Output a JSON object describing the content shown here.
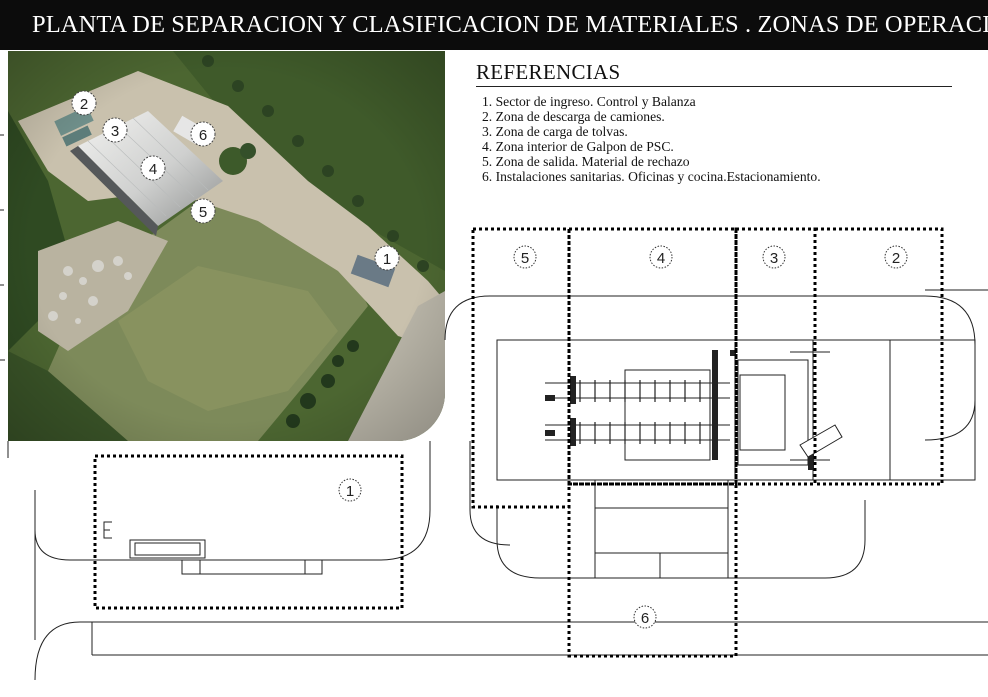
{
  "title": "PLANTA DE SEPARACION Y CLASIFICACION DE MATERIALES . ZONAS DE OPERACION.",
  "references": {
    "heading": "REFERENCIAS",
    "items": [
      "1. Sector de ingreso. Control y Balanza",
      "2. Zona de descarga de camiones.",
      "3. Zona de carga de tolvas.",
      "4. Zona interior de Galpon de PSC.",
      "5. Zona de salida. Material de rechazo",
      "6. Instalaciones sanitarias. Oficinas y cocina.Estacionamiento."
    ]
  },
  "aerial_markers": [
    "2",
    "3",
    "6",
    "4",
    "5",
    "1"
  ],
  "plan_zones": [
    "5",
    "4",
    "3",
    "2",
    "1",
    "6"
  ],
  "colors": {
    "title_bg": "#0c0c0c",
    "title_text": "#ffffff",
    "zone_border": "#000000",
    "marker_fill": "#ffffff"
  }
}
